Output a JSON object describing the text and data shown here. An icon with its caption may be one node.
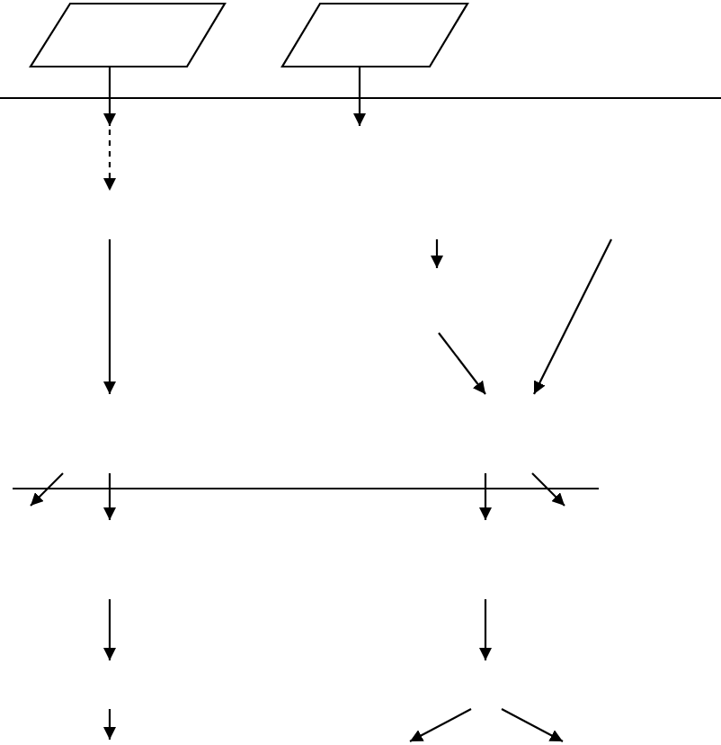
{
  "diagram": {
    "nodes": [
      {
        "text": [],
        "shape": "parallelogram"
      },
      {
        "text": [],
        "shape": "parallelogram"
      }
    ],
    "edges": [
      {
        "from": 0,
        "to": null,
        "arrow": "to"
      },
      {
        "from": 1,
        "to": null,
        "arrow": "to"
      }
    ]
  }
}
